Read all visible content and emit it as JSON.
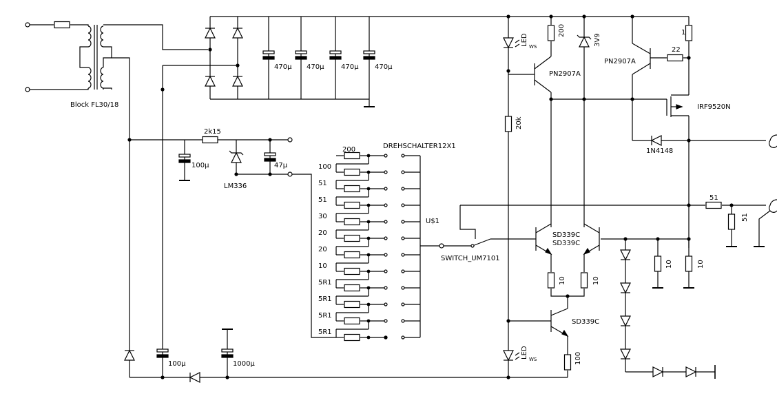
{
  "labels": {
    "transformer": "Block FL30/18",
    "c_bank": [
      "470µ",
      "470µ",
      "470µ",
      "470µ"
    ],
    "r_2k15": "2k15",
    "c_100u_ref": "100µ",
    "lm336": "LM336",
    "c_47u": "47µ",
    "switch_title": "DREHSCHALTER12X1",
    "u1": "U$1",
    "resistors": [
      "200",
      "100",
      "51",
      "51",
      "30",
      "20",
      "20",
      "10",
      "5R1",
      "5R1",
      "5R1",
      "5R1"
    ],
    "sw_um": "SWITCH_UM7101",
    "c_100u_bot": "100µ",
    "c_1000u": "1000µ",
    "led_top": "LED",
    "led_top_sub": "WS",
    "led_bot": "LED",
    "led_bot_sub": "WS",
    "r20k": "20k",
    "r200": "200",
    "z3v9": "3V9",
    "pnp_left": "PN2907A",
    "pnp_right": "PN2907A",
    "r1": "1",
    "r22": "22",
    "mosfet": "IRF9520N",
    "d1n4148": "1N4148",
    "sd339_a": "SD339C",
    "sd339_b": "SD339C",
    "sd339_c": "SD339C",
    "r10_a": "10",
    "r10_b": "10",
    "r10_c": "10",
    "r10_d": "10",
    "r51_h": "51",
    "r51_v": "51",
    "r100": "100"
  },
  "icons": {
    "terminal": "terminal-icon",
    "transformer": "transformer-icon",
    "resistor": "resistor-icon",
    "capacitor": "polarized-capacitor-icon",
    "diode": "diode-icon",
    "zener": "zener-diode-icon",
    "led": "led-icon",
    "transistor": "transistor-icon",
    "mosfet": "mosfet-icon",
    "ground": "ground-icon",
    "rotary_switch": "rotary-switch-icon",
    "toggle_switch": "toggle-switch-icon",
    "output_jack": "output-jack-icon"
  },
  "colors": {
    "wire": "#000000",
    "background": "#ffffff"
  }
}
